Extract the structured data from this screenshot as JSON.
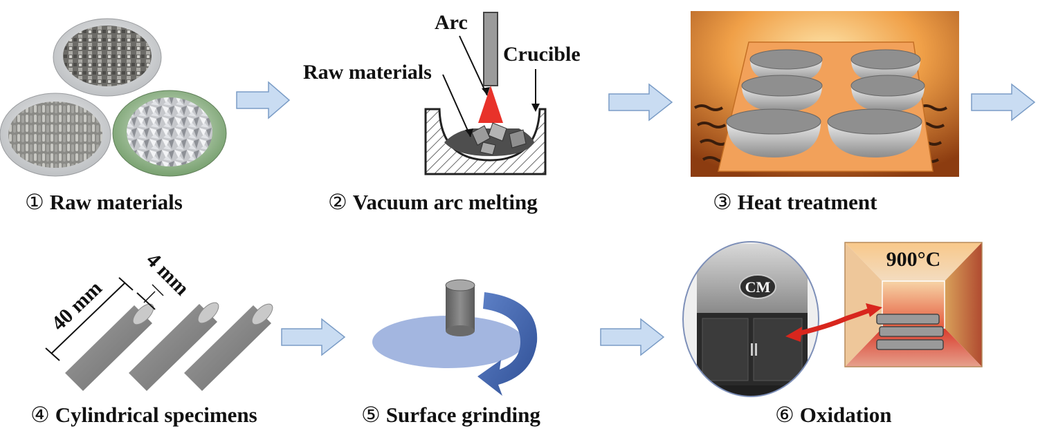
{
  "steps": [
    {
      "number": "①",
      "title": "Raw materials"
    },
    {
      "number": "②",
      "title": "Vacuum arc melting"
    },
    {
      "number": "③",
      "title": "Heat treatment"
    },
    {
      "number": "④",
      "title": "Cylindrical specimens"
    },
    {
      "number": "⑤",
      "title": "Surface grinding"
    },
    {
      "number": "⑥",
      "title": "Oxidation"
    }
  ],
  "melting_labels": {
    "arc": "Arc",
    "crucible": "Crucible",
    "raw_materials": "Raw materials"
  },
  "specimen_labels": {
    "length": "40 mm",
    "diameter": "4 mm"
  },
  "oxidation": {
    "temperature": "900°C",
    "furnace_badge": "CM"
  },
  "colors": {
    "arrow_fill": "#c9dcf2",
    "arrow_stroke": "#7a9cc6",
    "arc_flame": "#e8322a",
    "grinding_disc": "#a3b6e0",
    "rotation_arrow": "#3b5ea8",
    "furnace_orange": "#e8892f",
    "oxidation_arrow": "#d8261d"
  }
}
